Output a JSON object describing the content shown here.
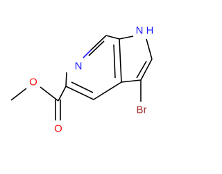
{
  "molecule": {
    "atoms": {
      "n_pyridine": {
        "label": "N",
        "color": "#1a1aff"
      },
      "nh_pyrrole": {
        "label": "H",
        "color": "#1a1aff"
      },
      "nh_pyrrole_n": {
        "label": "N",
        "color": "#1a1aff"
      },
      "bromine": {
        "label": "Br",
        "color": "#a52a2a"
      },
      "o_carbonyl": {
        "label": "O",
        "color": "#ff0d0d"
      },
      "o_ester": {
        "label": "O",
        "color": "#ff0d0d"
      }
    }
  }
}
